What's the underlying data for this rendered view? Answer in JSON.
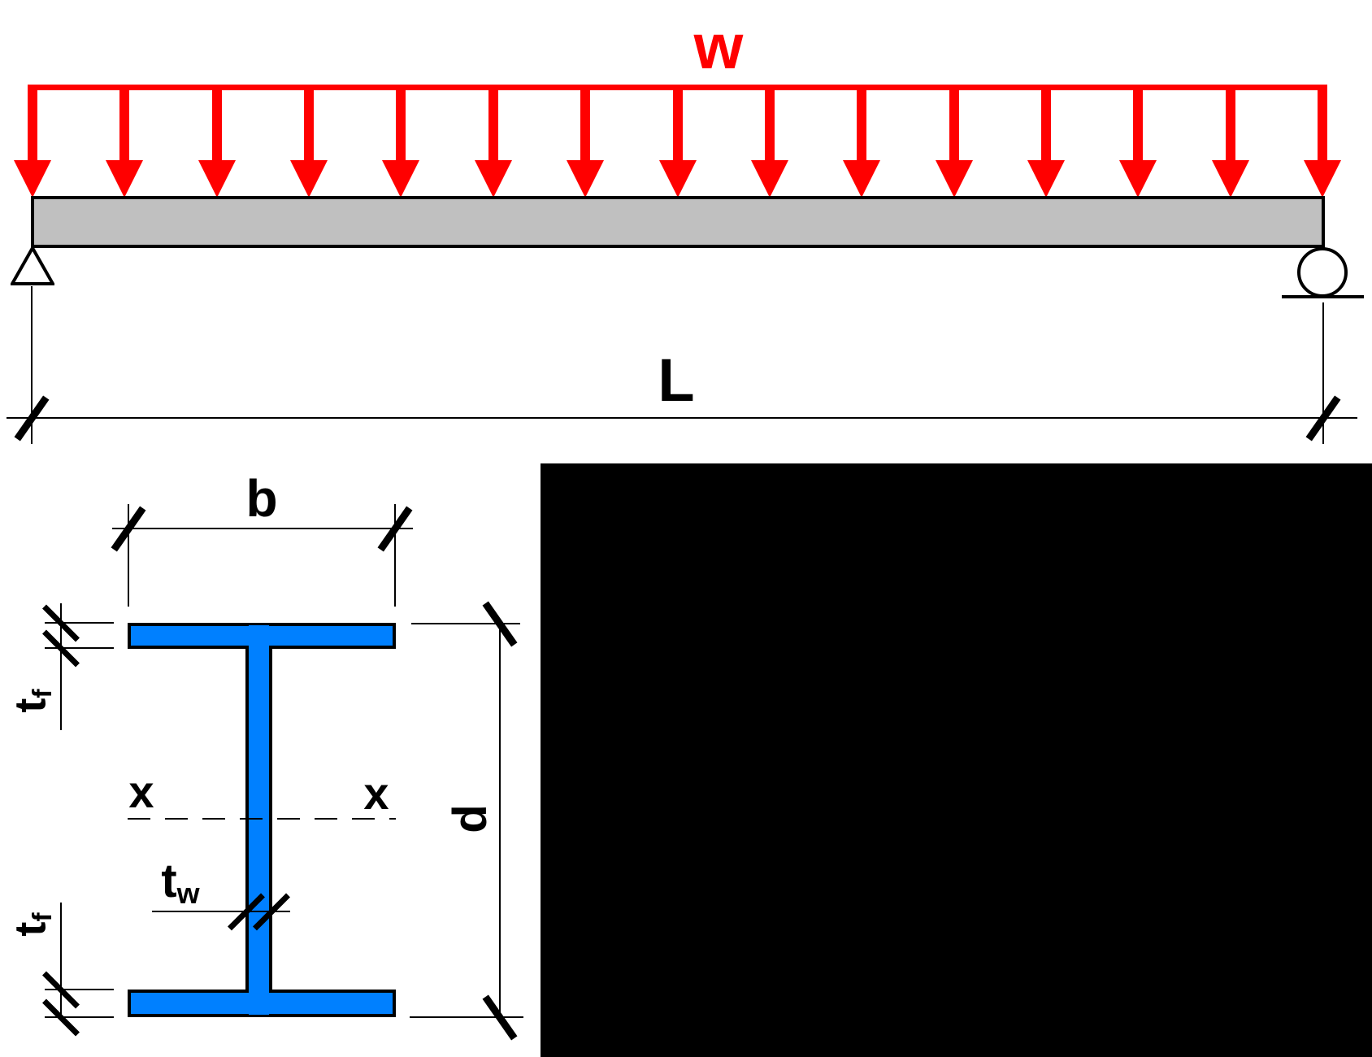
{
  "beam_diagram": {
    "load_label": "w",
    "span_label": "L",
    "load_arrow_count": 15,
    "supports": {
      "left": "pin",
      "right": "roller"
    },
    "colors": {
      "load_red": "#ff0000",
      "beam_gray": "#c0c0c0",
      "outline_black": "#000000"
    }
  },
  "section_diagram": {
    "flange_width_label": "b",
    "depth_label": "d",
    "neutral_axis_label_left": "x",
    "neutral_axis_label_right": "x",
    "web_thickness_label": {
      "base": "t",
      "sub": "w"
    },
    "flange_thickness_top_label": {
      "base": "t",
      "sub": "f"
    },
    "flange_thickness_bottom_label": {
      "base": "t",
      "sub": "f"
    },
    "colors": {
      "section_blue": "#0080ff"
    }
  }
}
